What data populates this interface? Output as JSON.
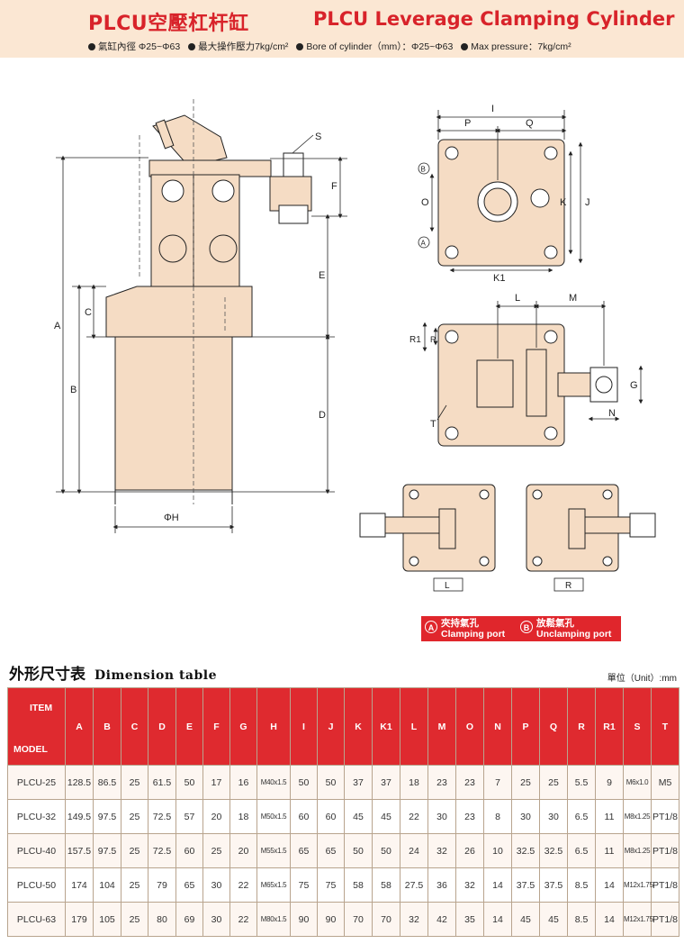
{
  "header": {
    "title_cn": "PLCU空壓杠杆缸",
    "title_en": "PLCU Leverage Clamping Cylinder",
    "specs": [
      "氣缸內徑 Φ25~Φ63",
      "最大操作壓力7kg/cm²",
      "Bore of cylinder（mm）：Φ25~Φ63",
      "Max pressure：7kg/cm²"
    ]
  },
  "drawing_labels": {
    "A": "A",
    "B": "B",
    "C": "C",
    "D": "D",
    "E": "E",
    "F": "F",
    "S": "S",
    "H": "ΦH",
    "I": "I",
    "P": "P",
    "Q": "Q",
    "O": "O",
    "K": "K",
    "J": "J",
    "K1": "K1",
    "L": "L",
    "M": "M",
    "R1": "R1",
    "R": "R",
    "G": "G",
    "N": "N",
    "T": "T",
    "port_a": "A",
    "port_b": "B",
    "view_l": "L",
    "view_r": "R"
  },
  "legend": {
    "a_badge": "A",
    "a_cn": "夾持氣孔",
    "a_en": "Clamping port",
    "b_badge": "B",
    "b_cn": "放鬆氣孔",
    "b_en": "Unclamping port"
  },
  "table": {
    "title_cn": "外形尺寸表",
    "title_en": "Dimension table",
    "unit": "單位（Unit）:mm",
    "corner_item": "ITEM",
    "corner_model": "MODEL",
    "columns": [
      "A",
      "B",
      "C",
      "D",
      "E",
      "F",
      "G",
      "H",
      "I",
      "J",
      "K",
      "K1",
      "L",
      "M",
      "O",
      "N",
      "P",
      "Q",
      "R",
      "R1",
      "S",
      "T"
    ],
    "rows": [
      [
        "PLCU-25",
        "128.5",
        "86.5",
        "25",
        "61.5",
        "50",
        "17",
        "16",
        "M40x1.5",
        "50",
        "50",
        "37",
        "37",
        "18",
        "23",
        "23",
        "7",
        "25",
        "25",
        "5.5",
        "9",
        "M6x1.0",
        "M5"
      ],
      [
        "PLCU-32",
        "149.5",
        "97.5",
        "25",
        "72.5",
        "57",
        "20",
        "18",
        "M50x1.5",
        "60",
        "60",
        "45",
        "45",
        "22",
        "30",
        "23",
        "8",
        "30",
        "30",
        "6.5",
        "11",
        "M8x1.25",
        "PT1/8"
      ],
      [
        "PLCU-40",
        "157.5",
        "97.5",
        "25",
        "72.5",
        "60",
        "25",
        "20",
        "M55x1.5",
        "65",
        "65",
        "50",
        "50",
        "24",
        "32",
        "26",
        "10",
        "32.5",
        "32.5",
        "6.5",
        "11",
        "M8x1.25",
        "PT1/8"
      ],
      [
        "PLCU-50",
        "174",
        "104",
        "25",
        "79",
        "65",
        "30",
        "22",
        "M65x1.5",
        "75",
        "75",
        "58",
        "58",
        "27.5",
        "36",
        "32",
        "14",
        "37.5",
        "37.5",
        "8.5",
        "14",
        "M12x1.75",
        "PT1/8"
      ],
      [
        "PLCU-63",
        "179",
        "105",
        "25",
        "80",
        "69",
        "30",
        "22",
        "M80x1.5",
        "90",
        "90",
        "70",
        "70",
        "32",
        "42",
        "35",
        "14",
        "45",
        "45",
        "8.5",
        "14",
        "M12x1.75",
        "PT1/8"
      ]
    ]
  },
  "colors": {
    "accent_red": "#d8232a",
    "header_bg": "#fbe7d3",
    "part_fill": "#f5dcc4",
    "table_head": "#df2a2f"
  }
}
